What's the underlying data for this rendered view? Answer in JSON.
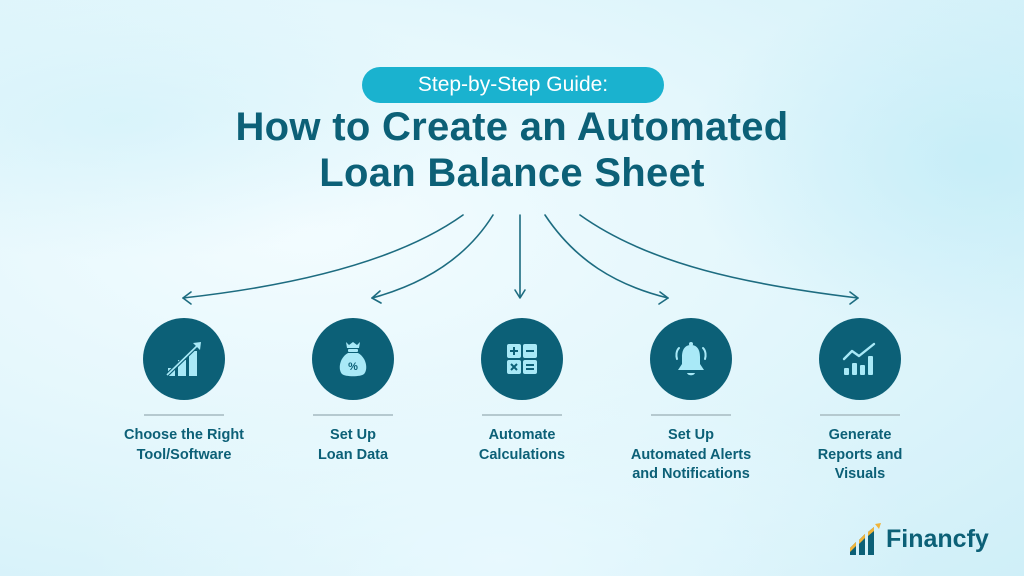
{
  "header": {
    "badge": "Step-by-Step Guide:",
    "title_line1": "How to Create an Automated",
    "title_line2": "Loan Balance Sheet"
  },
  "steps": [
    {
      "icon": "growth-chart-icon",
      "line1": "Choose the Right",
      "line2": "Tool/Software",
      "line3": ""
    },
    {
      "icon": "money-bag-percent-icon",
      "line1": "Set Up",
      "line2": "Loan Data",
      "line3": ""
    },
    {
      "icon": "calculator-icon",
      "line1": "Automate",
      "line2": "Calculations",
      "line3": ""
    },
    {
      "icon": "bell-icon",
      "line1": "Set Up",
      "line2": "Automated Alerts",
      "line3": "and Notifications"
    },
    {
      "icon": "report-chart-icon",
      "line1": "Generate",
      "line2": "Reports and",
      "line3": "Visuals"
    }
  ],
  "brand": {
    "name": "Financfy"
  },
  "colors": {
    "primary": "#0c6077",
    "accent": "#1ab2cf",
    "icon_fill": "#a9e9f7",
    "logo_gold": "#f0b43a"
  }
}
